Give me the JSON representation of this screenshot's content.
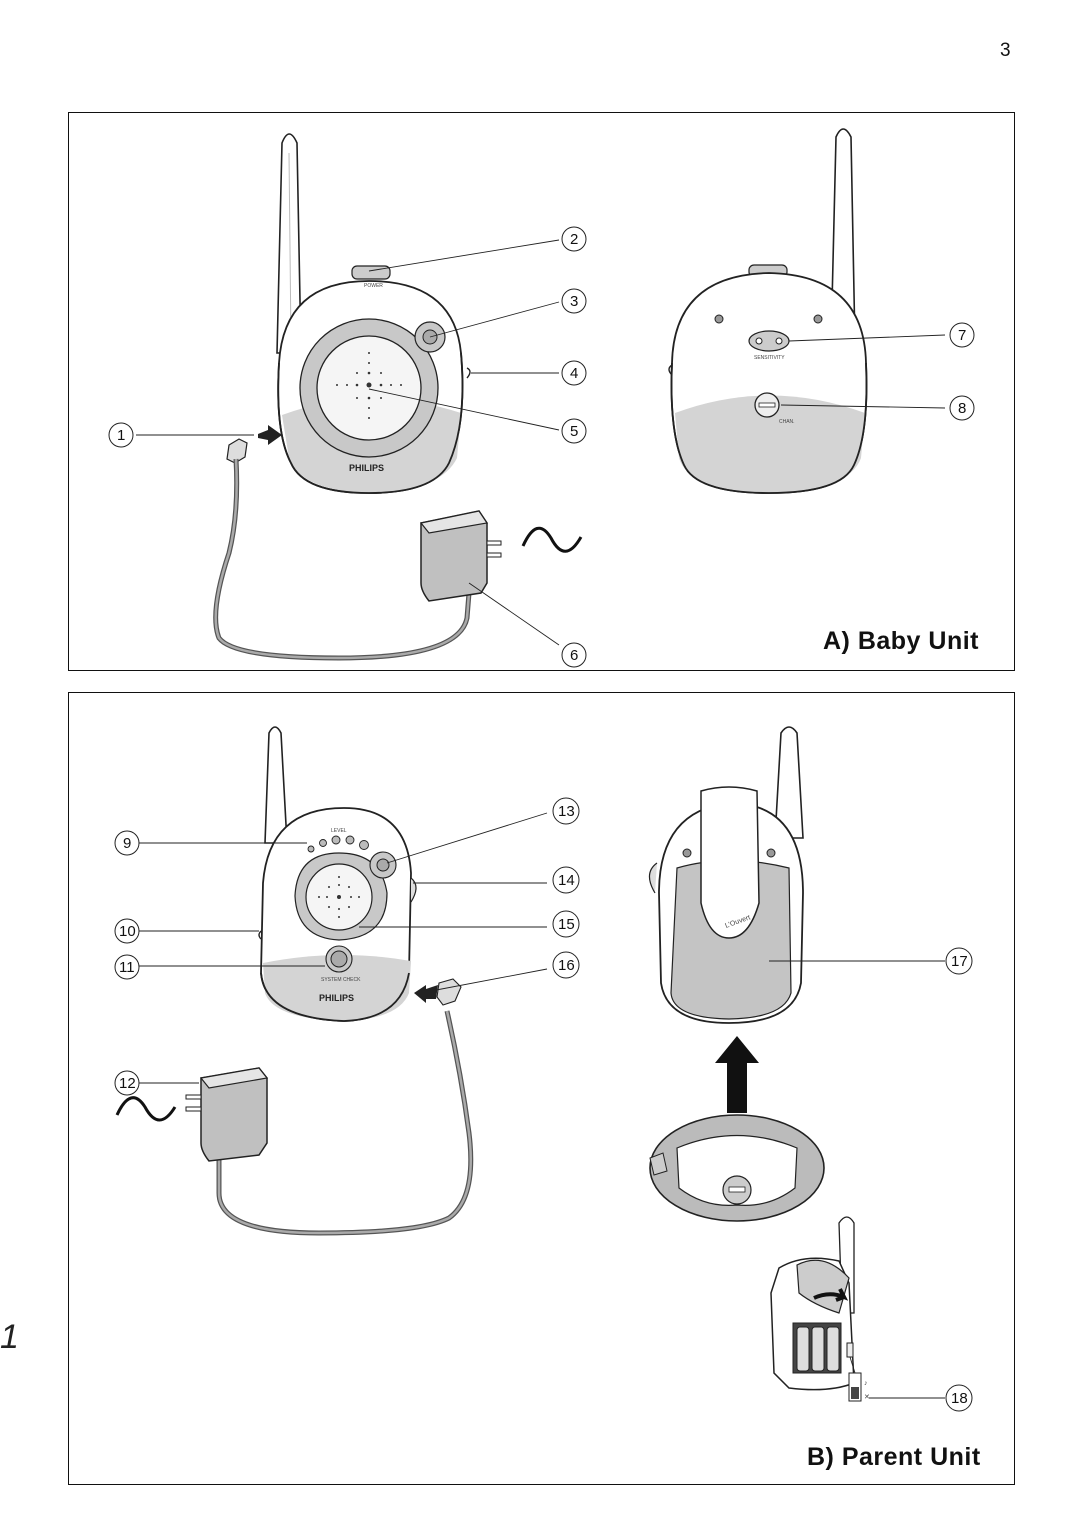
{
  "page_number": "3",
  "margin_mark": "1",
  "baby_unit": {
    "caption": "A) Baby Unit",
    "brand": "PHILIPS",
    "power_label": "POWER",
    "sensitivity_label": "SENSITIVITY",
    "channel_label": "CHAN.",
    "callouts": [
      "1",
      "2",
      "3",
      "4",
      "5",
      "6",
      "7",
      "8"
    ]
  },
  "parent_unit": {
    "caption": "B) Parent Unit",
    "brand": "PHILIPS",
    "level_label": "LEVEL",
    "system_check_label": "SYSTEM CHECK",
    "clip_label": "L'Ouvert",
    "callouts": [
      "9",
      "10",
      "11",
      "12",
      "13",
      "14",
      "15",
      "16",
      "17",
      "18"
    ]
  }
}
